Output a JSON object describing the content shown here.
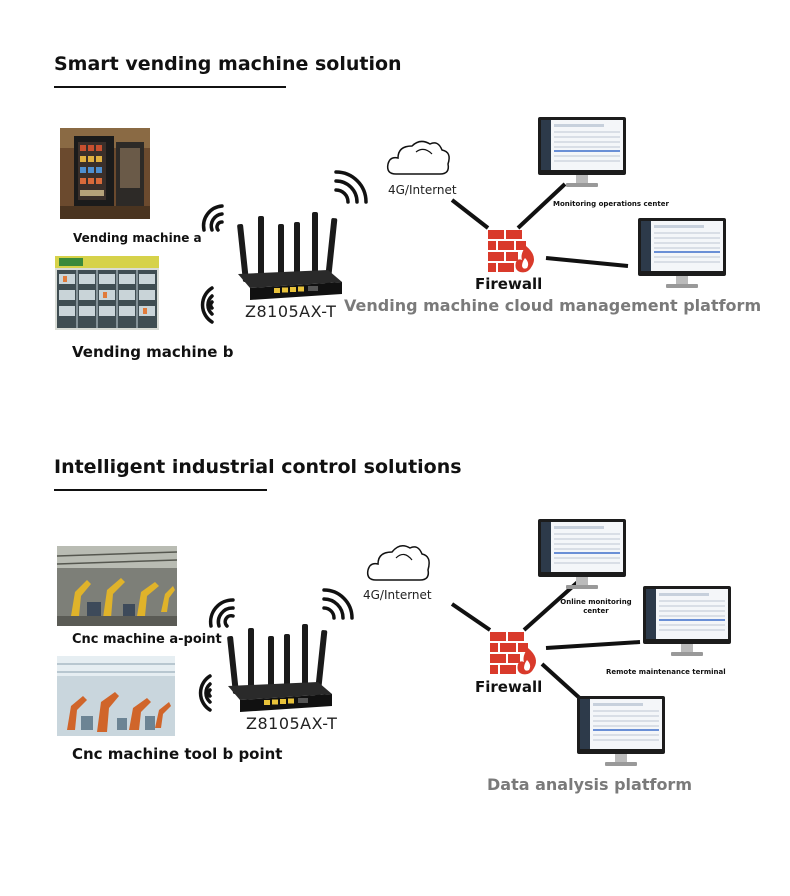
{
  "section1": {
    "title": "Smart vending machine solution",
    "device_a_label": "Vending machine a",
    "device_b_label": "Vending machine b",
    "router_model": "Z8105AX-T",
    "network_label": "4G/Internet",
    "firewall_label": "Firewall",
    "monitor_1_label": "Monitoring operations center",
    "platform_label": "Vending machine cloud management platform"
  },
  "section2": {
    "title": "Intelligent industrial control solutions",
    "device_a_label": "Cnc machine a-point",
    "device_b_label": "Cnc machine tool b point",
    "router_model": "Z8105AX-T",
    "network_label": "4G/Internet",
    "firewall_label": "Firewall",
    "monitor_1_label_line1": "Online monitoring",
    "monitor_1_label_line2": "center",
    "monitor_2_label": "Remote maintenance terminal",
    "platform_label": "Data analysis platform"
  },
  "colors": {
    "firewall_red": "#d93a2b",
    "platform_gray": "#7a7a7a",
    "router_black": "#1a1a1a"
  }
}
